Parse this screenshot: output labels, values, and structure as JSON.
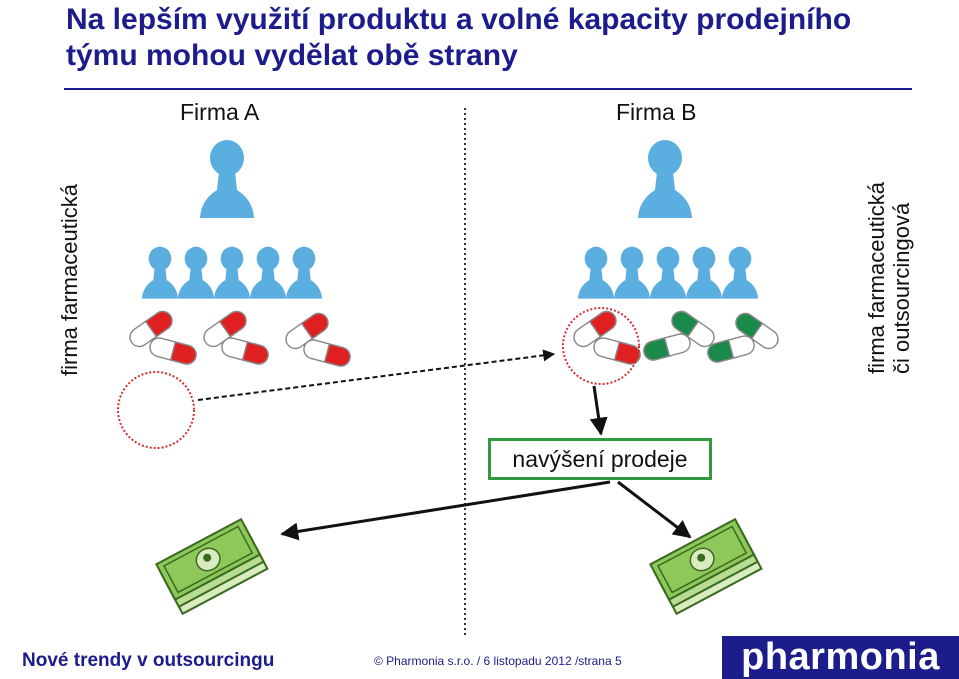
{
  "title": "Na lepším využití produktu a volné kapacity prodejního týmu mohou vydělat obě strany",
  "firm_a": "Firma A",
  "firm_b": "Firma B",
  "left_label": "firma farmaceutická",
  "right_label": [
    "firma farmaceutická",
    "či outsourcingová"
  ],
  "sales_box": "navýšení prodeje",
  "footer": {
    "left": "Nové trendy v outsourcingu",
    "middle": "© Pharmonia s.r.o. / 6 listopadu 2012 /strana 5",
    "logo": "pharmonia"
  },
  "colors": {
    "title": "#1c1c8c",
    "person": "#5aaee0",
    "pill_red": "#e02020",
    "pill_green": "#1a8a4a",
    "sales_box_border": "#2e9a3c",
    "circle": "#d03030",
    "money": "#8fc85a"
  }
}
